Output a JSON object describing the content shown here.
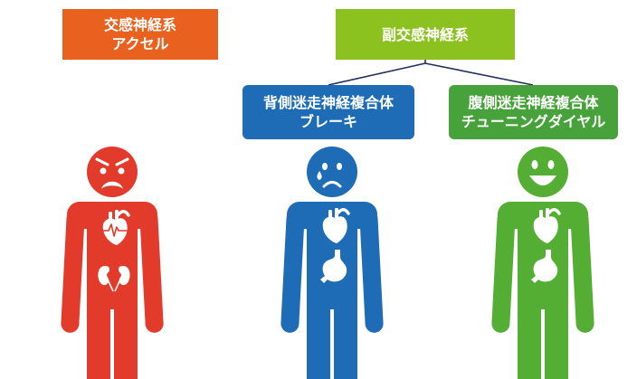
{
  "sympathetic": {
    "title": "交感神経系",
    "subtitle": "アクセル",
    "color": "#E9611E"
  },
  "parasympathetic": {
    "title": "副交感神経系",
    "color": "#8CC220"
  },
  "dorsal_vagal": {
    "title": "背側迷走神経複合体",
    "subtitle": "ブレーキ",
    "color": "#1E6CB5"
  },
  "ventral_vagal": {
    "title": "腹側迷走神経複合体",
    "subtitle": "チューニングダイヤル",
    "color": "#48A23B"
  },
  "connector_color": "#1F2F5C",
  "figures": [
    {
      "face_icon": "angry-face-icon",
      "organ_icons": [
        "heart-icon",
        "kidneys-icon"
      ],
      "color": "#E33B2B"
    },
    {
      "face_icon": "sad-face-icon",
      "organ_icons": [
        "heart-icon",
        "stomach-icon"
      ],
      "color": "#1E6CB5"
    },
    {
      "face_icon": "happy-face-icon",
      "organ_icons": [
        "heart-icon",
        "stomach-icon"
      ],
      "color": "#53AE33"
    }
  ]
}
